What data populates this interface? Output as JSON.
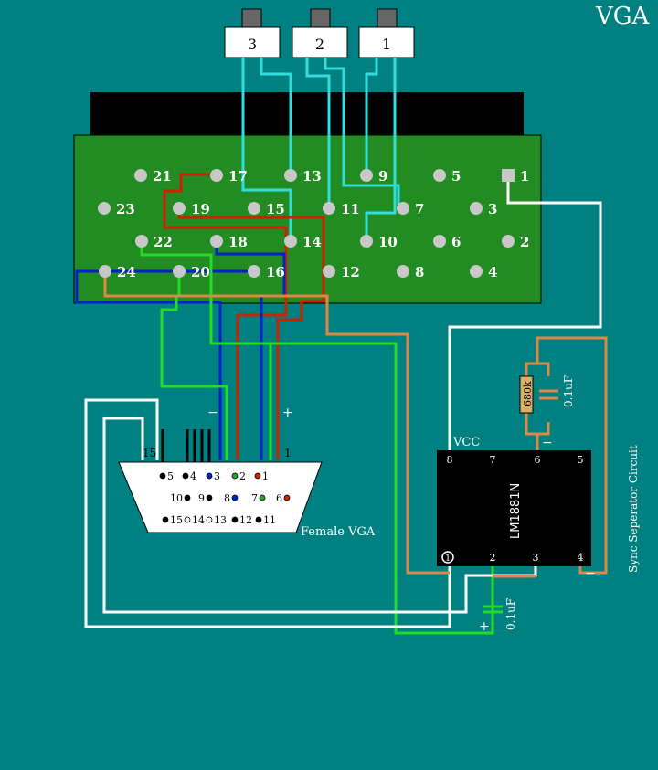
{
  "title": "VGA",
  "colors": {
    "background": "#008080",
    "board": "#228b22",
    "cyan_wire": "#33dddd",
    "red_wire": "#cc2200",
    "green_wire": "#22dd22",
    "blue_wire": "#0022cc",
    "white_wire": "#ffffff",
    "orange_wire": "#dd8844",
    "pad": "#c8c8c8"
  },
  "jacks": [
    "3",
    "2",
    "1"
  ],
  "scart_pins": [
    "21",
    "17",
    "13",
    "9",
    "5",
    "1",
    "23",
    "19",
    "15",
    "11",
    "7",
    "3",
    "22",
    "18",
    "14",
    "10",
    "6",
    "2",
    "24",
    "20",
    "16",
    "12",
    "8",
    "4"
  ],
  "vga": {
    "label": "Female VGA",
    "pin_end_left": "15",
    "pin_end_right": "1",
    "minus": "−",
    "plus": "+",
    "row1": [
      "5",
      "4",
      "3",
      "2",
      "1"
    ],
    "row2": [
      "10",
      "9",
      "8",
      "7",
      "6"
    ],
    "row3": [
      "15",
      "14",
      "13",
      "12",
      "11"
    ]
  },
  "chip": {
    "name": "LM1881N",
    "vcc": "VCC",
    "top_pins": [
      "8",
      "7",
      "6",
      "5"
    ],
    "bottom_pins": [
      "1",
      "2",
      "3",
      "4"
    ],
    "minus_sign": "−"
  },
  "components": {
    "resistor": "680k",
    "cap_top": "0.1uF",
    "cap_bottom": "0.1uF",
    "cap_bottom_plus": "+"
  },
  "caption_side": "Sync Seperator Circuit"
}
